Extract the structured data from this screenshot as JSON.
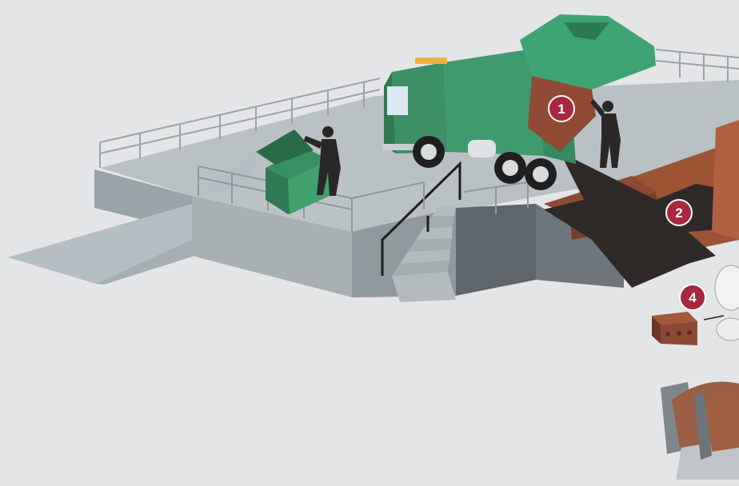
{
  "markers": [
    {
      "id": "1",
      "label": "1"
    },
    {
      "id": "2",
      "label": "2"
    },
    {
      "id": "4",
      "label": "4"
    }
  ],
  "colors": {
    "background": "#e4e5e6",
    "platform_top": "#b9c1c5",
    "platform_side": "#9aa3a8",
    "truck_green": "#3f9a6e",
    "dumpster_green": "#3a8f62",
    "compost_dark": "#2f2a28",
    "bin_wall": "#8c4a32",
    "marker_red": "#a8283f",
    "railing": "#9aa4a9"
  }
}
